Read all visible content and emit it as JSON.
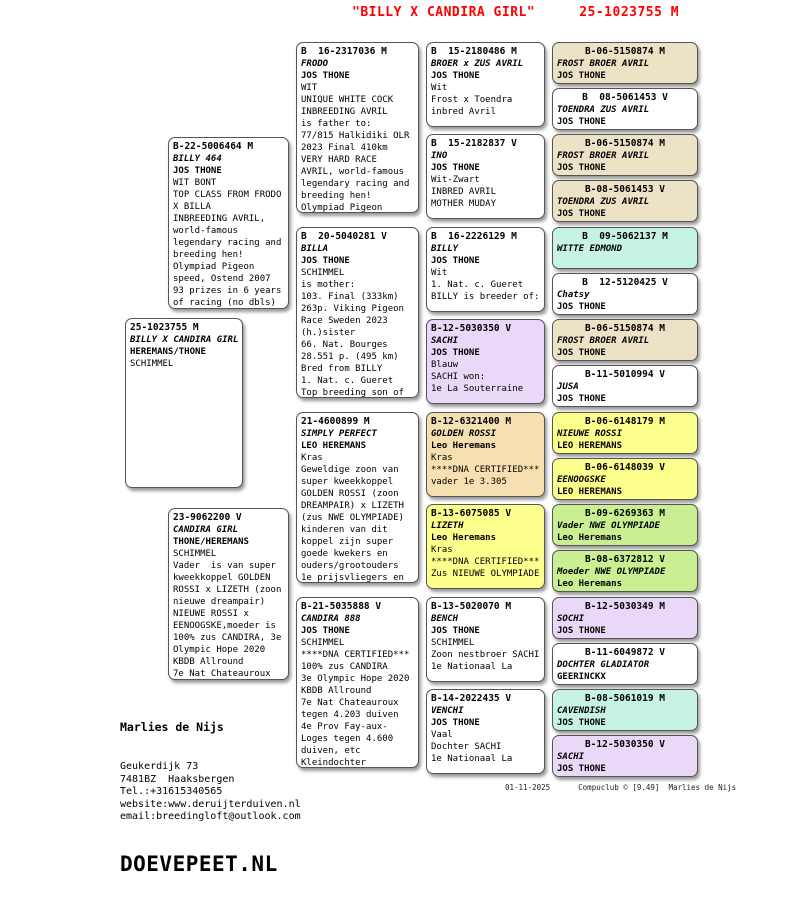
{
  "header": {
    "title_name": "\"BILLY X CANDIRA GIRL\"",
    "title_ring": "25-1023755 M"
  },
  "colors": {
    "title_red": "#ff0000",
    "white": "#ffffff",
    "tan": "#ece2c6",
    "peach": "#f6dfb0",
    "yellow": "#fdff8d",
    "green": "#c9ef92",
    "lavender": "#e9d8f8",
    "cyan": "#c6f3e3"
  },
  "pedigree": {
    "boxes": [
      {
        "id": "subject",
        "gen": 1,
        "slot": 0,
        "color": "white",
        "ring": "25-1023755 M",
        "name": "BILLY X CANDIRA GIRL",
        "owner": "HEREMANS/THONE",
        "lines": [
          "SCHIMMEL"
        ]
      },
      {
        "id": "billy-464",
        "gen": 2,
        "slot": 0,
        "color": "white",
        "ring": "B-22-5006464 M",
        "name": "BILLY 464",
        "owner": "JOS THONE",
        "lines": [
          "WIT BONT",
          "TOP CLASS FROM FRODO",
          "X BILLA",
          "INBREEDING AVRIL,",
          "world-famous",
          "legendary racing and",
          "breeding hen!",
          "Olympiad Pigeon",
          "speed, Ostend 2007",
          "93 prizes in 6 years",
          "of racing (no dbls)"
        ]
      },
      {
        "id": "candira-girl",
        "gen": 2,
        "slot": 1,
        "color": "white",
        "ring": "23-9062200 V",
        "name": "CANDIRA GIRL",
        "owner": "THONE/HEREMANS",
        "lines": [
          "SCHIMMEL",
          "Vader  is van super",
          "kweekkoppel GOLDEN",
          "ROSSI x LIZETH (zoon",
          "nieuwe dreampair)",
          "NIEUWE ROSSI x",
          "EENOOGSKE,moeder is",
          "100% zus CANDIRA, 3e",
          "Olympic Hope 2020",
          "KBDB Allround",
          "7e Nat Chateauroux"
        ]
      },
      {
        "id": "frodo",
        "gen": 3,
        "slot": 0,
        "color": "white",
        "ring": "B  16-2317036 M",
        "name": "FRODO",
        "owner": "JOS THONE",
        "lines": [
          "WIT",
          "UNIQUE WHITE COCK",
          "INBREEDING AVRIL",
          "is father to:",
          "77/815 Halkidiki OLR",
          "2023 Final 410km",
          "VERY HARD RACE",
          "AVRIL, world-famous",
          "legendary racing and",
          "breeding hen!",
          "Olympiad Pigeon"
        ]
      },
      {
        "id": "billa",
        "gen": 3,
        "slot": 1,
        "color": "white",
        "ring": "B  20-5040281 V",
        "name": "BILLA",
        "owner": "JOS THONE",
        "lines": [
          "SCHIMMEL",
          "is mother:",
          "103. Final (333km)",
          "263p. Viking Pigeon",
          "Race Sweden 2023",
          "(h.)sister",
          "66. Nat. Bourges",
          "28.551 p. (495 km)",
          "Bred from BILLY",
          "1. Nat. c. Gueret",
          "Top breeding son of"
        ]
      },
      {
        "id": "simply-perfect",
        "gen": 3,
        "slot": 2,
        "color": "white",
        "ring": "21-4600899 M",
        "name": "SIMPLY PERFECT",
        "owner": "LEO HEREMANS",
        "lines": [
          "Kras",
          "Geweldige zoon van",
          "super kweekkoppel",
          "GOLDEN ROSSI (zoon",
          "DREAMPAIR) x LIZETH",
          "(zus NWE OLYMPIADE)",
          "kinderen van dit",
          "koppel zijn super",
          "goede kwekers en",
          "ouders/grootouders",
          "1e prijsvliegers en"
        ]
      },
      {
        "id": "candira-888",
        "gen": 3,
        "slot": 3,
        "color": "white",
        "ring": "B-21-5035888 V",
        "name": "CANDIRA 888",
        "owner": "JOS THONE",
        "lines": [
          "SCHIMMEL",
          "****DNA CERTIFIED***",
          "100% zus CANDIRA",
          "3e Olympic Hope 2020",
          "KBDB Allround",
          "7e Nat Chateauroux",
          "tegen 4.203 duiven",
          "4e Prov Fay-aux-",
          "Loges tegen 4.600",
          "duiven, etc",
          "Kleindochter"
        ]
      },
      {
        "id": "broer-x-zus-avril",
        "gen": 4,
        "slot": 0,
        "color": "white",
        "ring": "B  15-2180486 M",
        "name": "BROER x ZUS AVRIL",
        "owner": "JOS THONE",
        "lines": [
          "Wit",
          "Frost x Toendra",
          "inbred Avril"
        ]
      },
      {
        "id": "ino",
        "gen": 4,
        "slot": 1,
        "color": "white",
        "ring": "B  15-2182837 V",
        "name": "INO",
        "owner": "JOS THONE",
        "lines": [
          "Wit-Zwart",
          "INBRED AVRIL",
          "MOTHER MUDAY"
        ]
      },
      {
        "id": "billy",
        "gen": 4,
        "slot": 2,
        "color": "white",
        "ring": "B  16-2226129 M",
        "name": "BILLY",
        "owner": "JOS THONE",
        "lines": [
          "Wit",
          "1. Nat. c. Gueret",
          "BILLY is breeder of:"
        ]
      },
      {
        "id": "sachi",
        "gen": 4,
        "slot": 3,
        "color": "lavender",
        "ring": "B-12-5030350 V",
        "name": "SACHI",
        "owner": "JOS THONE",
        "lines": [
          "Blauw",
          "SACHI won:",
          "1e La Souterraine"
        ]
      },
      {
        "id": "golden-rossi",
        "gen": 4,
        "slot": 4,
        "color": "peach",
        "ring": "B-12-6321400 M",
        "name": "GOLDEN ROSSI",
        "owner": "Leo Heremans",
        "lines": [
          "Kras",
          "****DNA CERTIFIED***",
          "vader 1e 3.305"
        ]
      },
      {
        "id": "lizeth",
        "gen": 4,
        "slot": 5,
        "color": "yellow",
        "ring": "B-13-6075085 V",
        "name": "LIZETH",
        "owner": "Leo Heremans",
        "lines": [
          "Kras",
          "****DNA CERTIFIED***",
          "Zus NIEUWE OLYMPIADE"
        ]
      },
      {
        "id": "bench",
        "gen": 4,
        "slot": 6,
        "color": "white",
        "ring": "B-13-5020070 M",
        "name": "BENCH",
        "owner": "JOS THONE",
        "lines": [
          "SCHIMMEL",
          "Zoon nestbroer SACHI",
          "1e Nationaal La"
        ]
      },
      {
        "id": "venchi",
        "gen": 4,
        "slot": 7,
        "color": "white",
        "ring": "B-14-2022435 V",
        "name": "VENCHI",
        "owner": "JOS THONE",
        "lines": [
          "Vaal",
          "Dochter SACHI",
          "1e Nationaal La"
        ]
      },
      {
        "id": "frost-1",
        "gen": 5,
        "slot": 0,
        "color": "tan",
        "ring": "B-06-5150874 M",
        "name": "FROST BROER AVRIL",
        "owner": "JOS THONE",
        "lines": []
      },
      {
        "id": "toendra-1",
        "gen": 5,
        "slot": 1,
        "color": "white",
        "ring": "B  08-5061453 V",
        "name": "TOENDRA ZUS AVRIL",
        "owner": "JOS THONE",
        "lines": []
      },
      {
        "id": "frost-2",
        "gen": 5,
        "slot": 2,
        "color": "tan",
        "ring": "B-06-5150874 M",
        "name": "FROST BROER AVRIL",
        "owner": "JOS THONE",
        "lines": []
      },
      {
        "id": "toendra-2",
        "gen": 5,
        "slot": 3,
        "color": "tan",
        "ring": "B-08-5061453 V",
        "name": "TOENDRA ZUS AVRIL",
        "owner": "JOS THONE",
        "lines": []
      },
      {
        "id": "witte-edmond",
        "gen": 5,
        "slot": 4,
        "color": "cyan",
        "ring": "B  09-5062137 M",
        "name": "WITTE EDMOND",
        "owner": "",
        "lines": []
      },
      {
        "id": "chatsy",
        "gen": 5,
        "slot": 5,
        "color": "white",
        "ring": "B  12-5120425 V",
        "name": "Chatsy",
        "owner": "JOS THONE",
        "lines": []
      },
      {
        "id": "frost-3",
        "gen": 5,
        "slot": 6,
        "color": "tan",
        "ring": "B-06-5150874 M",
        "name": "FROST BROER AVRIL",
        "owner": "JOS THONE",
        "lines": []
      },
      {
        "id": "jusa",
        "gen": 5,
        "slot": 7,
        "color": "white",
        "ring": "B-11-5010994 V",
        "name": "JUSA",
        "owner": "JOS THONE",
        "lines": []
      },
      {
        "id": "nieuwe-rossi",
        "gen": 5,
        "slot": 8,
        "color": "yellow",
        "ring": "B-06-6148179 M",
        "name": "NIEUWE ROSSI",
        "owner": "LEO HEREMANS",
        "lines": []
      },
      {
        "id": "eenoogske",
        "gen": 5,
        "slot": 9,
        "color": "yellow",
        "ring": "B-06-6148039 V",
        "name": "EENOOGSKE",
        "owner": "LEO HEREMANS",
        "lines": []
      },
      {
        "id": "vader-nwe-olympiade",
        "gen": 5,
        "slot": 10,
        "color": "green",
        "ring": "B-09-6269363 M",
        "name": "Vader NWE OLYMPIADE",
        "owner": "Leo Heremans",
        "lines": []
      },
      {
        "id": "moeder-nwe-olympiade",
        "gen": 5,
        "slot": 11,
        "color": "green",
        "ring": "B-08-6372812 V",
        "name": "Moeder NWE OLYMPIADE",
        "owner": "Leo Heremans",
        "lines": []
      },
      {
        "id": "sochi",
        "gen": 5,
        "slot": 12,
        "color": "lavender",
        "ring": "B-12-5030349 M",
        "name": "SOCHI",
        "owner": "JOS THONE",
        "lines": []
      },
      {
        "id": "dochter-gladiator",
        "gen": 5,
        "slot": 13,
        "color": "white",
        "ring": "B-11-6049872 V",
        "name": "DOCHTER GLADIATOR",
        "owner": "GEERINCKX",
        "lines": []
      },
      {
        "id": "cavendish",
        "gen": 5,
        "slot": 14,
        "color": "cyan",
        "ring": "B-08-5061019 M",
        "name": "CAVENDISH",
        "owner": "JOS THONE",
        "lines": []
      },
      {
        "id": "sachi-2",
        "gen": 5,
        "slot": 15,
        "color": "lavender",
        "ring": "B-12-5030350 V",
        "name": "SACHI",
        "owner": "JOS THONE",
        "lines": []
      }
    ]
  },
  "contact": {
    "name": "Marlies de Nijs",
    "lines": [
      "Geukerdijk 73",
      "7481BZ  Haaksbergen",
      "Tel.:+31615340565",
      "website:www.deruijterduiven.nl",
      "email:breedingloft@outlook.com"
    ],
    "brand": "DOEVEPEET.NL"
  },
  "footer": {
    "date": "01-11-2025",
    "credit": "Compuclub © [9.49]  Marlies de Nijs"
  }
}
